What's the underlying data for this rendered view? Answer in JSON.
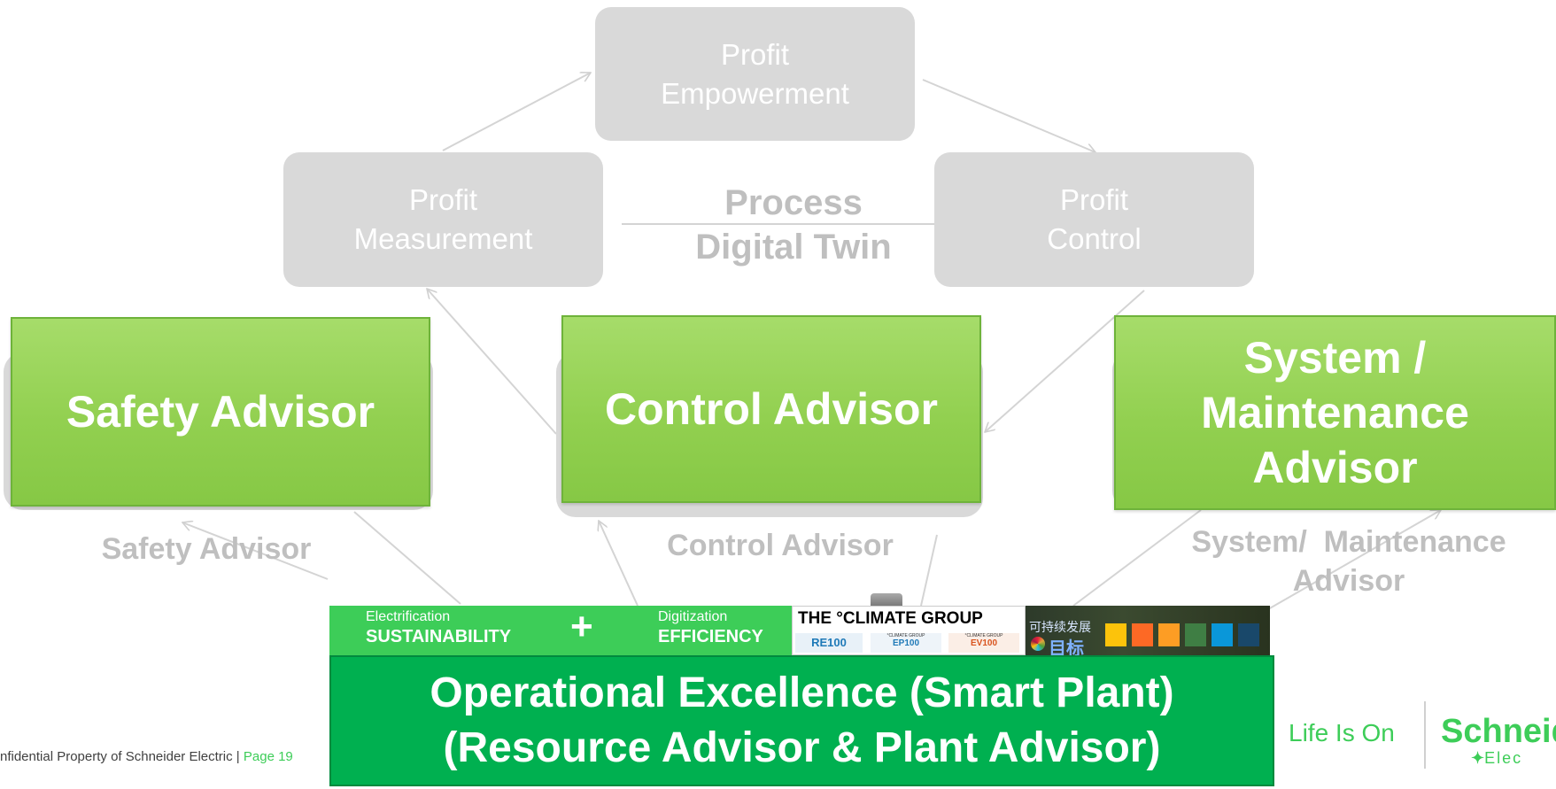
{
  "cycle": {
    "center_line1": "Process",
    "center_line2": "Digital Twin",
    "top_line1": "Profit",
    "top_line2": "Empowerment",
    "left_line1": "Profit",
    "left_line2": "Measurement",
    "right_line1": "Profit",
    "right_line2": "Control"
  },
  "advisors": {
    "safety": "Safety Advisor",
    "control": "Control Advisor",
    "system_line1": "System /",
    "system_line2": "Maintenance",
    "system_line3": "Advisor"
  },
  "advisor_labels": {
    "safety": "Safety Advisor",
    "control": "Control Advisor",
    "system_line1": "System/  Maintenance",
    "system_line2": "Advisor"
  },
  "banner": {
    "electrification_caption": "Electrification",
    "sustainability": "SUSTAINABILITY",
    "plus": "+",
    "digitization_caption": "Digitization",
    "efficiency": "EFFICIENCY",
    "climate_group": "THE °CLIMATE GROUP",
    "re100": "RE100",
    "ep100": "EP100",
    "ev100": "EV100",
    "climate_group_small": "°CLIMATE GROUP",
    "sdg_text": "可持续发展",
    "sdg_goal": "目标"
  },
  "base": {
    "line1": "Operational Excellence (Smart Plant)",
    "line2": "(Resource Advisor & Plant Advisor)"
  },
  "footer": {
    "text": "nfidential Property of Schneider Electric | ",
    "page": "Page 19"
  },
  "brand": {
    "tagline": "Life Is On",
    "name": "Schneid",
    "sub": "Elec"
  },
  "colors": {
    "green": "#92d050",
    "dark_green": "#00b050",
    "gray": "#d9d9d9",
    "schneider_green": "#3dcd58"
  }
}
